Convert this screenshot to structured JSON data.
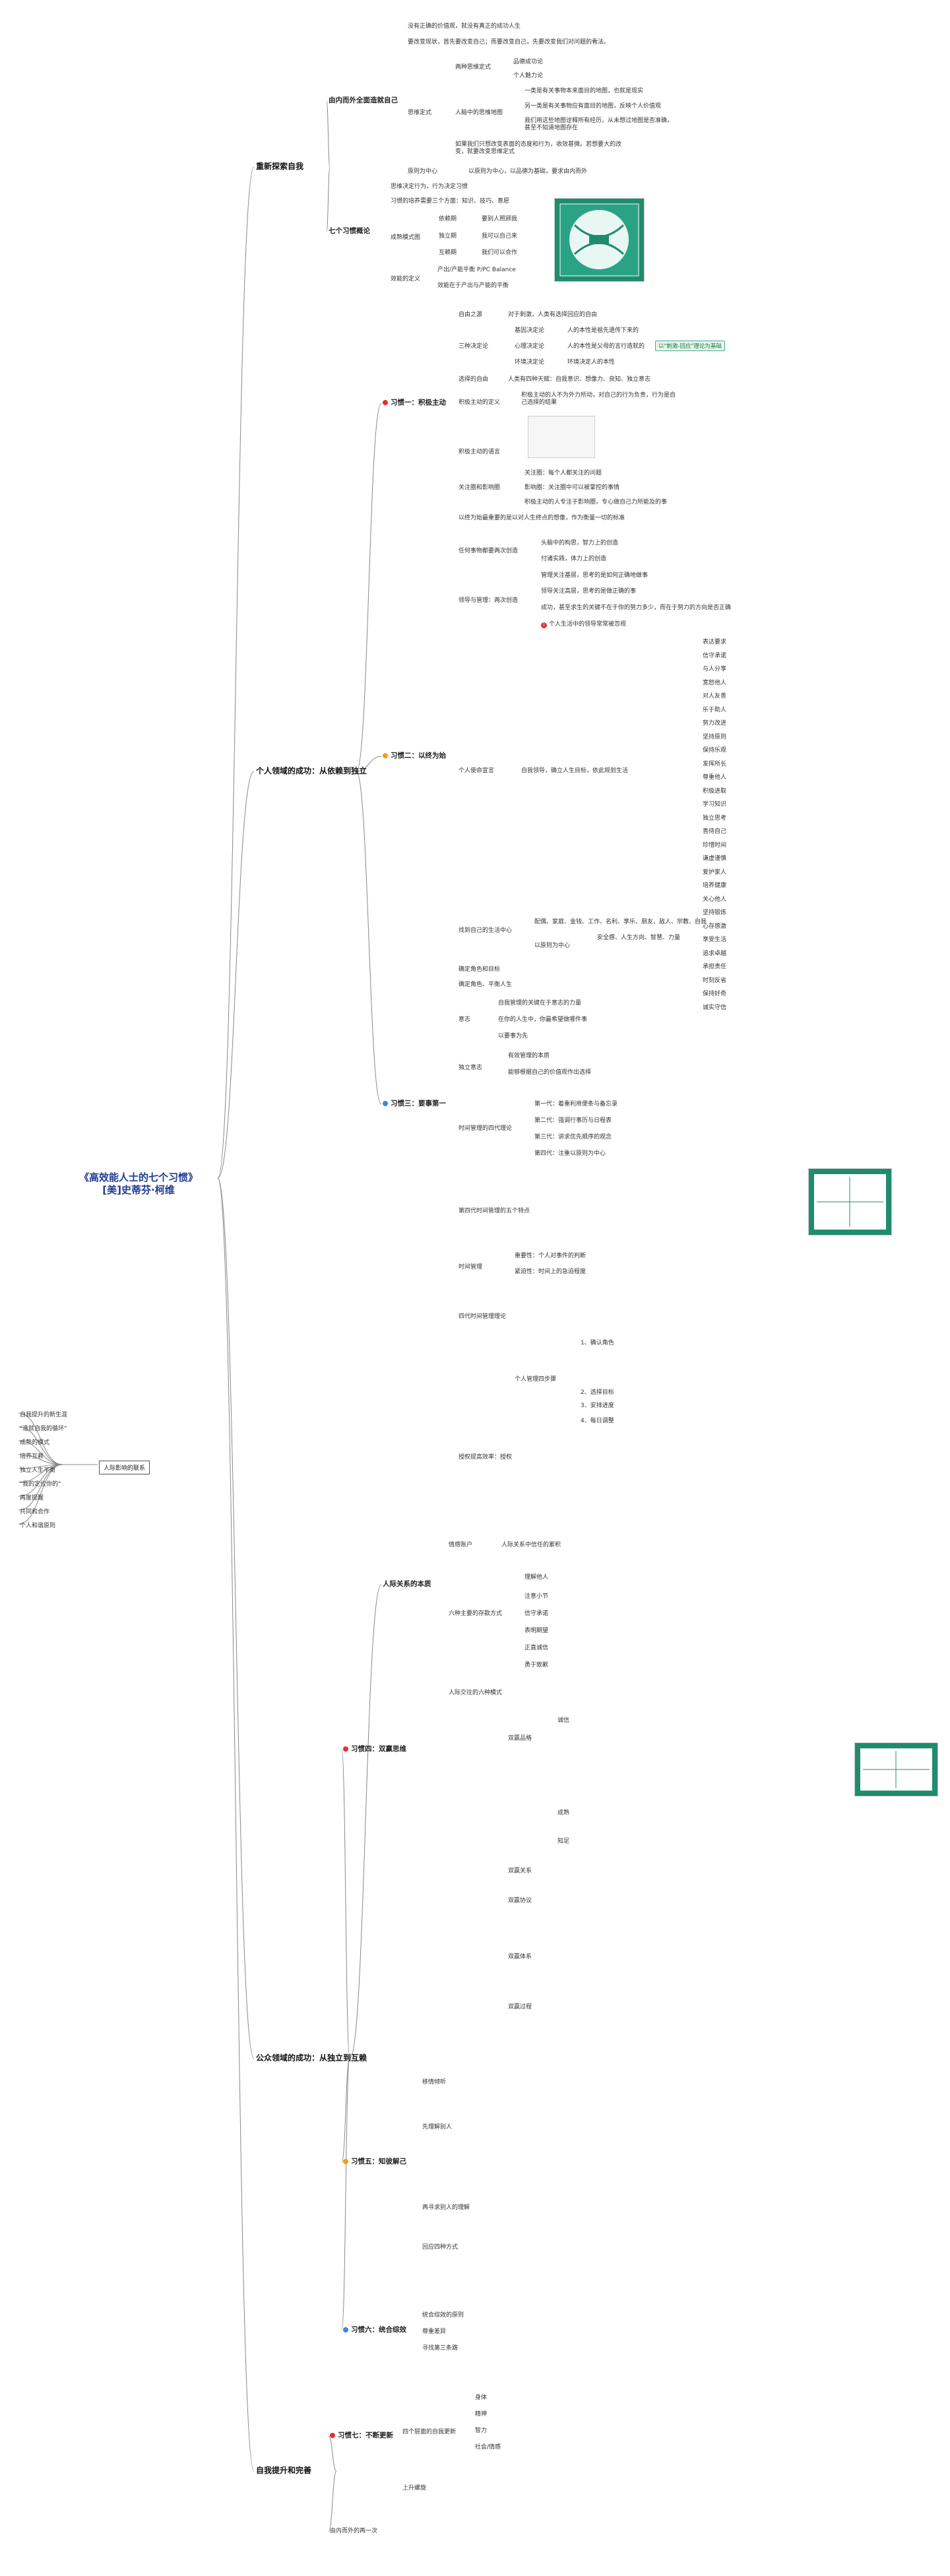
{
  "root": {
    "line1": "《高效能人士的七个习惯》",
    "line2": "[美]史蒂芬·柯维"
  },
  "colors": {
    "line": "#888888",
    "title": "#1f3a93",
    "green": "#1f8c6e",
    "red": "#e03131",
    "orange": "#f59f00",
    "blue": "#3b82f6"
  },
  "sections": [
    "重新探索自我",
    "个人领域的成功：从依赖到独立",
    "公众领域的成功：从独立到互赖",
    "自我提升和完善"
  ],
  "s1": {
    "a": "由内而外全面造就自己",
    "a1": "没有正确的价值观，就没有真正的成功人生",
    "a2": "要改变现状，首先要改变自己；而要改变自己，先要改变我们对问题的看法。",
    "paradigm": "思维定式",
    "p1": "两种思维定式",
    "p1a": "品德成功论",
    "p1b": "个人魅力论",
    "p2": "人脑中的思维地图",
    "p2a": "一类是有关事物本来面目的地图，也就是现实",
    "p2b": "另一类是有关事物应有面目的地图，反映个人价值观",
    "p2c": "我们用这些地图诠释所有经历，从未想过地图是否准确，甚至不知道地图存在",
    "p2d": "如果我们只想改变表面的态度和行为，收效甚微。若想要大的改变，就要改变思维定式",
    "a3": "原则为中心",
    "a3a": "以原则为中心，以品德为基础，要求由内而外",
    "b": "七个习惯概论",
    "b1": "思维决定行为，行为决定习惯",
    "b2": "习惯的培养需要三个方面：知识、技巧、意愿",
    "mature": "成熟模式图",
    "m1": "依赖期",
    "m1t": "要别人照顾我",
    "m2": "独立期",
    "m2t": "我可以自己来",
    "m3": "互赖期",
    "m3t": "我们可以合作",
    "balance": "效能的定义",
    "bal1": "产出/产能平衡 P/PC Balance",
    "bal2": "效能在于产出与产能的平衡"
  },
  "s2": {
    "h1": "习惯一：积极主动",
    "h1a": "自由之源",
    "h1a1": "对于刺激，人类有选择回应的自由",
    "h1b": "三种决定论",
    "h1b1": "基因决定论",
    "h1b1t": "人的本性是祖先遗传下来的",
    "h1b2": "心理决定论",
    "h1b2t": "人的本性是父母的言行造就的",
    "h1b3": "环境决定论",
    "h1b3t": "环境决定人的本性",
    "h1tag": "以\"刺激-回应\"理论为基础",
    "h1c": "选择的自由",
    "h1c1": "人类有四种天赋：自我意识、想像力、良知、独立意志",
    "h1d": "积极主动的定义",
    "h1d1": "积极主动的人不为外力所动，对自己的行为负责，行为是自己选择的结果",
    "h1e": "积极主动的语言",
    "h1f": "关注圈和影响圈",
    "h1f1": "关注圈：每个人都关注的问题",
    "h1f2": "影响圈：关注圈中可以被掌控的事情",
    "h1f3": "积极主动的人专注于影响圈，专心做自己力所能及的事",
    "h2": "习惯二：以终为始",
    "h2a": "以终为始最重要的是以对人生终点的想像，作为衡量一切的标准",
    "h2b": "任何事物都要两次创造",
    "h2b1": "头脑中的构思，智力上的创造",
    "h2b2": "付诸实践，体力上的创造",
    "h2c": "领导与管理：两次创造",
    "h2c1": "管理关注基层，思考的是如何正确地做事",
    "h2c2": "领导关注高层，思考的是做正确的事",
    "h2c3": "成功，甚至求生的关键不在于你的努力多少，而在于努力的方向是否正确",
    "h2c4": "个人生活中的领导常常被忽视",
    "h2d": "个人使命宣言",
    "h2d1": "自我领导，确立人生目标，依此规划生活",
    "h2list": [
      "表达要求",
      "信守承诺",
      "与人分享",
      "宽恕他人",
      "对人友善",
      "乐于助人",
      "努力改进",
      "坚持原则",
      "保持乐观",
      "发挥所长",
      "尊重他人",
      "积极进取",
      "学习知识",
      "独立思考",
      "善待自己",
      "珍惜时间",
      "谦虚谨慎",
      "爱护家人",
      "培养健康",
      "关心他人",
      "坚持锻炼",
      "心存感激",
      "享受生活",
      "追求卓越",
      "承担责任",
      "时刻反省",
      "保持好奇",
      "诚实守信"
    ],
    "h2e": "找到自己的生活中心",
    "h2e1": "配偶、家庭、金钱、工作、名利、享乐、朋友、敌人、宗教、自我",
    "h2e2": "以原则为中心",
    "h2e2a": "安全感、人生方向、智慧、力量",
    "h2f": "确定角色和目标",
    "h2g": "确定角色、平衡人生",
    "h3": "习惯三：要事第一",
    "h3a": "意志",
    "h3a1": "自我管理的关键在于意志的力量",
    "h3a2": "在你的人生中，你最希望做哪件事",
    "h3a3": "以要事为先",
    "h3b": "独立意志",
    "h3b1": "有效管理的本质",
    "h3b2": "能够根据自己的价值观作出选择",
    "h3c": "时间管理的四代理论",
    "h3c1": "第一代：着重利用便条与备忘录",
    "h3c2": "第二代：强调行事历与日程表",
    "h3c3": "第三代：讲求优先顺序的观念",
    "h3c4": "第四代：注重以原则为中心",
    "h3d": "第四代时间管理的五个特点",
    "h3e": "时间管理",
    "h3e1": "重要性：个人对事件的判断",
    "h3e2": "紧迫性：时间上的急迫程度",
    "h3f": "四代时间管理理论",
    "h3g": "个人管理四步骤",
    "h3g1": "1、确认角色",
    "h3g2": "2、选择目标",
    "h3g3": "3、安排进度",
    "h3g4": "4、每日调整",
    "h3h": "授权提高效率：授权"
  },
  "s3": {
    "a": "人际关系的本质",
    "a1": "情感账户",
    "a1t": "人际关系中信任的累积",
    "b": "六种主要的存款方式",
    "b1": "理解他人",
    "b2": "注意小节",
    "b3": "信守承诺",
    "b4": "表明期望",
    "b5": "正直诚信",
    "b6": "勇于致歉",
    "c": "人际交往的六种模式",
    "h4": "习惯四：双赢思维",
    "h4a": "双赢品格",
    "h4a1": "诚信",
    "h4a2": "成熟",
    "h4a3": "知足",
    "h4b": "双赢关系",
    "h4c": "双赢协议",
    "h4d": "双赢体系",
    "h4e": "双赢过程",
    "h5": "习惯五：知彼解己",
    "h5a": "移情倾听",
    "h5b": "先理解别人",
    "h5c": "再寻求别人的理解",
    "h5d": "回应四种方式",
    "h6": "习惯六：统合综效",
    "h6a": "统合综效的原则",
    "h6b": "尊重差异",
    "h6c": "寻找第三条路"
  },
  "s4": {
    "h7": "习惯七：不断更新",
    "h7a": "四个层面的自我更新",
    "h7a1": "身体",
    "h7a2": "精神",
    "h7a3": "智力",
    "h7a4": "社会/情感",
    "h7b": "上升螺旋",
    "h7c": "由内而外的再一次"
  },
  "left": {
    "title": "人际影响的联系",
    "items": [
      "自我提升的新生涯",
      "\"造就自我的循环\"",
      "成熟的模式",
      "培养互赖",
      "独立人生平衡",
      "\"我的定位你的\"",
      "再度提醒",
      "共同和合作",
      "个人和谐原则"
    ]
  }
}
